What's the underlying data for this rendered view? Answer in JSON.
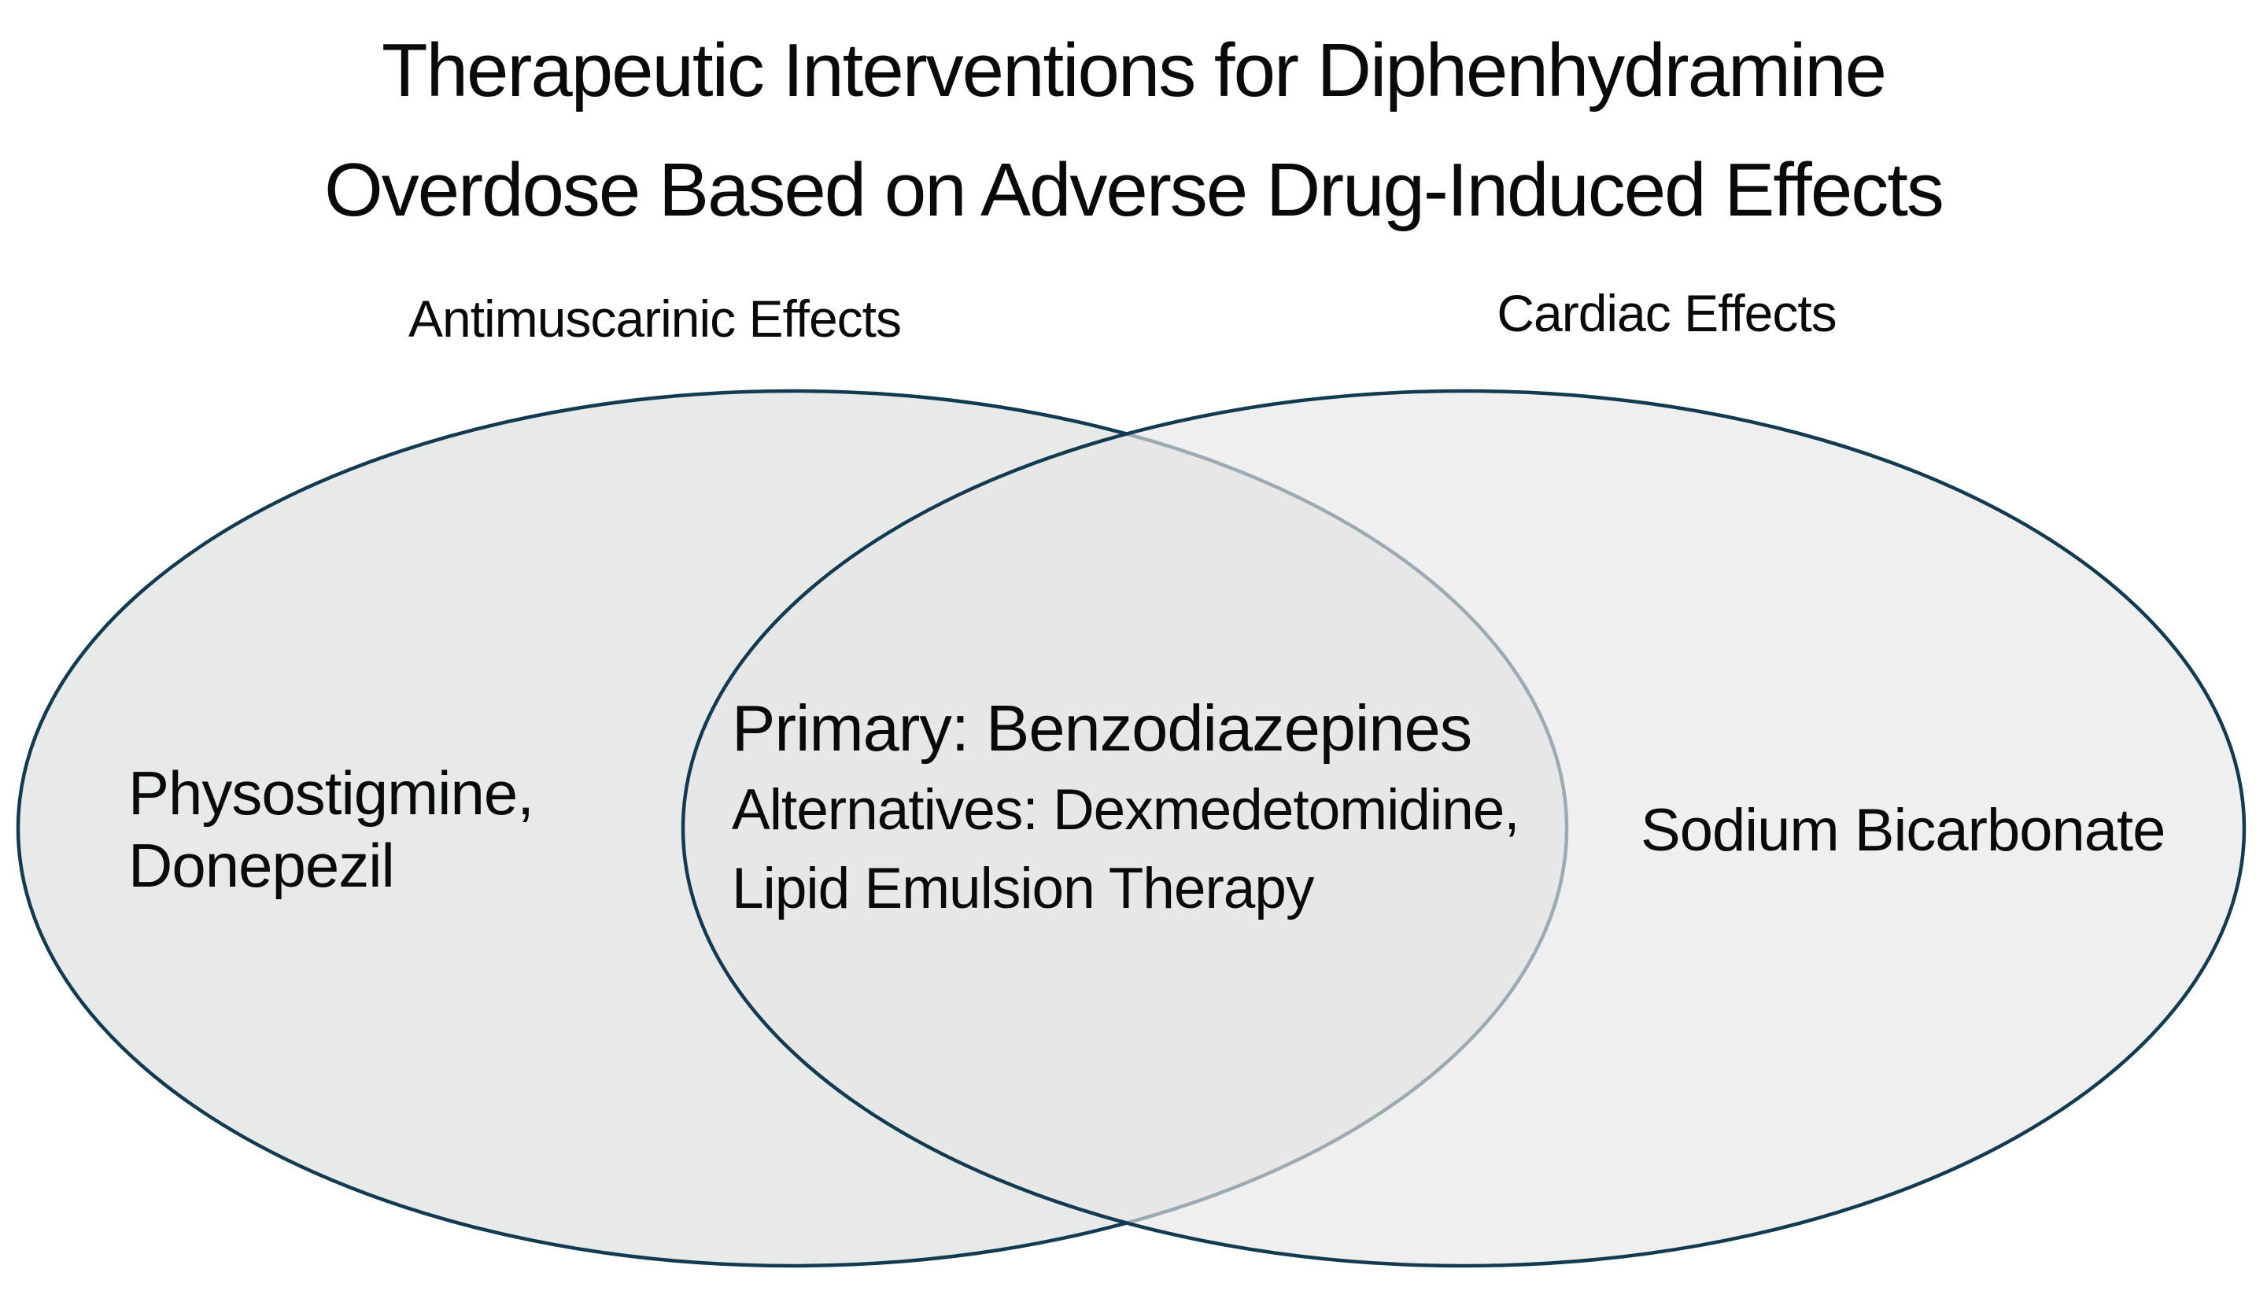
{
  "title": {
    "line1": "Therapeutic Interventions for Diphenhydramine",
    "line2": "Overdose Based on Adverse Drug-Induced Effects"
  },
  "venn": {
    "type": "venn-2-set",
    "left_set": {
      "label": "Antimuscarinic Effects",
      "lines": [
        "Physostigmine,",
        "Donepezil"
      ]
    },
    "right_set": {
      "label": "Cardiac Effects",
      "lines": [
        "Sodium Bicarbonate"
      ]
    },
    "intersection": {
      "lines": [
        "Primary: Benzodiazepines",
        "Alternatives: Dexmedetomidine,",
        "Lipid Emulsion Therapy"
      ]
    },
    "colors": {
      "background": "#ffffff",
      "ellipse_outline": "#123b52",
      "ellipse_outline_faded_in_overlap": "#9caab2",
      "left_fill": "#e8e9e9",
      "right_fill_translucent": "#e6e6e6",
      "right_only_rendered": "#f0f1f1",
      "overlap_rendered": "#e7e8e8",
      "text": "#0a0a0a"
    }
  }
}
